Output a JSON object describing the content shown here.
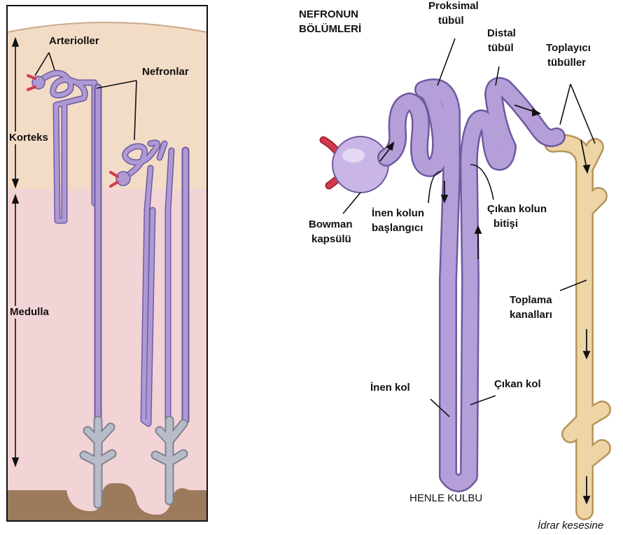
{
  "left_panel": {
    "labels": {
      "arterioller": "Arterioller",
      "nefronlar": "Nefronlar",
      "korteks": "Korteks",
      "medulla": "Medulla"
    }
  },
  "right_panel": {
    "title_line1": "NEFRONUN",
    "title_line2": "BÖLÜMLERİ",
    "labels": {
      "proksimal_1": "Proksimal",
      "proksimal_2": "tübül",
      "distal_1": "Distal",
      "distal_2": "tübül",
      "toplayici_1": "Toplayıcı",
      "toplayici_2": "tübüller",
      "bowman_1": "Bowman",
      "bowman_2": "kapsülü",
      "inen_bas_1": "İnen kolun",
      "inen_bas_2": "başlangıcı",
      "cikan_bit_1": "Çıkan kolun",
      "cikan_bit_2": "bitişi",
      "toplama_1": "Toplama",
      "toplama_2": "kanalları",
      "inen_kol": "İnen kol",
      "cikan_kol": "Çıkan kol",
      "henle": "HENLE KULBU",
      "idrar": "İdrar kesesine"
    }
  },
  "colors": {
    "cortex": "#f3dcc6",
    "medulla": "#f2d3d6",
    "pelvis": "#9c7a5c",
    "tubule": "#ad9ad4",
    "tubule_dark": "#6f5aa0",
    "vessel": "#d23b4e",
    "duct": "#eed5a6",
    "duct_dark": "#b8945a",
    "collecting_grey": "#b8bcc8"
  }
}
